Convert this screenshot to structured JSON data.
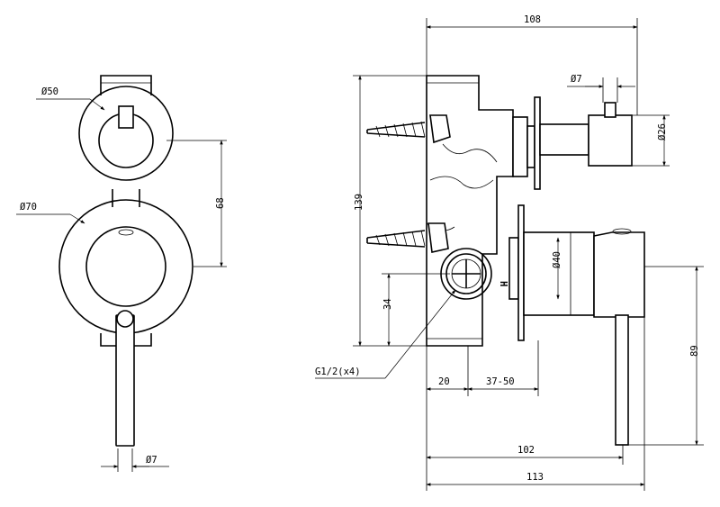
{
  "dimensions": {
    "d50": "Ø50",
    "d70": "Ø70",
    "h68": "68",
    "d7_lever": "Ø7",
    "w108": "108",
    "d7_top": "Ø7",
    "d26": "Ø26",
    "h139": "139",
    "d40": "Ø40",
    "h34": "34",
    "thread": "G1/2(x4)",
    "w20": "20",
    "w37_50": "37-50",
    "h89": "89",
    "w102": "102",
    "w113": "113"
  },
  "markings": {
    "hot": "H"
  }
}
